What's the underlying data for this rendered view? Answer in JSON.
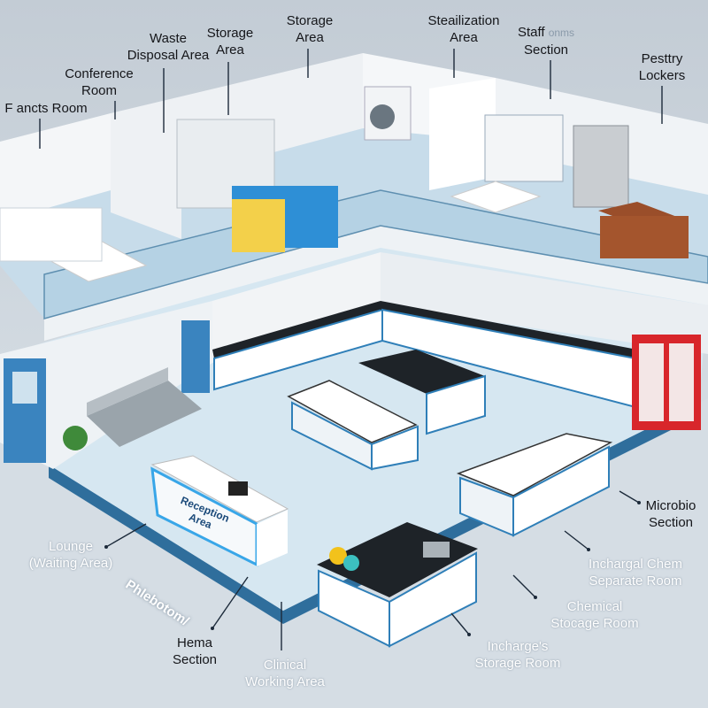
{
  "labels": {
    "fancts_room": "F ancts Room",
    "conference_room": [
      "Conference",
      "Room"
    ],
    "waste_disposal": [
      "Waste",
      "Disposal Area"
    ],
    "storage_area_1": [
      "Storage",
      "Area"
    ],
    "storage_area_2": [
      "Storage",
      "Area"
    ],
    "sterilization": [
      "Steailization",
      "Area"
    ],
    "staff_section": [
      "Staff",
      "onms",
      "Section"
    ],
    "pestry_lockers": [
      "Pesttry",
      "Lockers"
    ],
    "microbio": [
      "Microbio",
      "Section"
    ],
    "inchargal_chem": [
      "Inchargal Chem",
      "Separate Room"
    ],
    "chemical_storage": [
      "Chemical",
      "Stocage Room"
    ],
    "incharge_storage": [
      "Incharge's",
      "Storage Room"
    ],
    "clinical": [
      "Clinical",
      "Working Area"
    ],
    "hema": [
      "Hema",
      "Section"
    ],
    "phlebotomy": "Phlebotom/",
    "lounge": [
      "Lounge",
      "(Waiting Area)"
    ],
    "reception": [
      "Reception",
      "Area"
    ]
  },
  "colors": {
    "accent_blue": "#2f7fb8",
    "wall": "#f4f6f8",
    "floor": "#cfe2ee",
    "countertop": "#1e2328",
    "cabinet_red": "#d8262b",
    "desk_wood": "#9a4e2a"
  }
}
